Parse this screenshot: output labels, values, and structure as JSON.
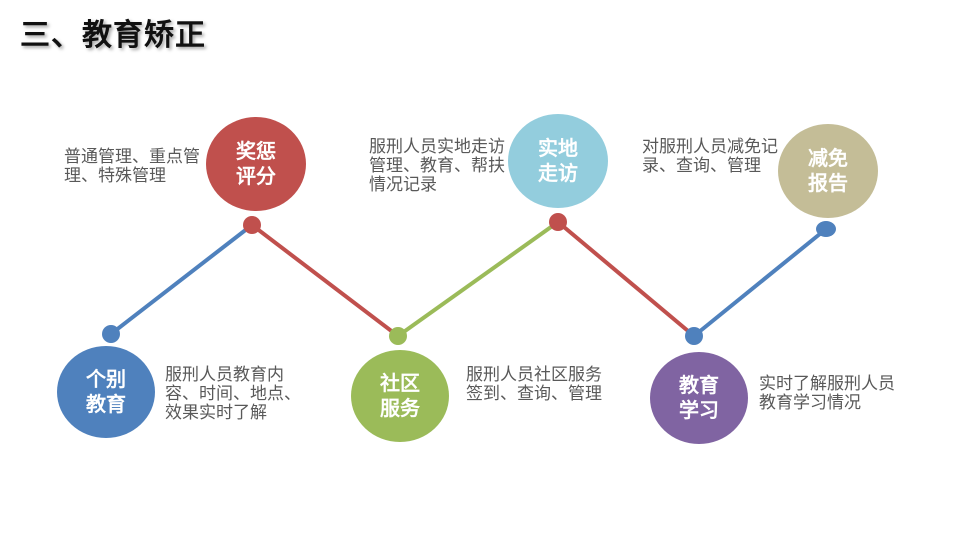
{
  "title": "三、教育矫正",
  "colors": {
    "red": "#c0504d",
    "blue": "#4f81bd",
    "green": "#9bbb59",
    "lightblue": "#93cddd",
    "purple": "#8064a2",
    "tan": "#c4bd97"
  },
  "nodes": [
    {
      "id": "jiangcheng",
      "label": "奖惩\n评分",
      "desc": "普通管理、重点管理、特殊管理",
      "color": "#c0504d"
    },
    {
      "id": "shidi",
      "label": "实地\n走访",
      "desc": "服刑人员实地走访管理、教育、帮扶情况记录",
      "color": "#93cddd"
    },
    {
      "id": "jianmian",
      "label": "减免\n报告",
      "desc": "对服刑人员减免记录、查询、管理",
      "color": "#c4bd97"
    },
    {
      "id": "gebie",
      "label": "个别\n教育",
      "desc": "服刑人员教育内容、时间、地点、效果实时了解",
      "color": "#4f81bd"
    },
    {
      "id": "shequ",
      "label": "社区\n服务",
      "desc": "服刑人员社区服务签到、查询、管理",
      "color": "#9bbb59"
    },
    {
      "id": "jiaoyu",
      "label": "教育\n学习",
      "desc": "实时了解服刑人员教育学习情况",
      "color": "#8064a2"
    }
  ]
}
